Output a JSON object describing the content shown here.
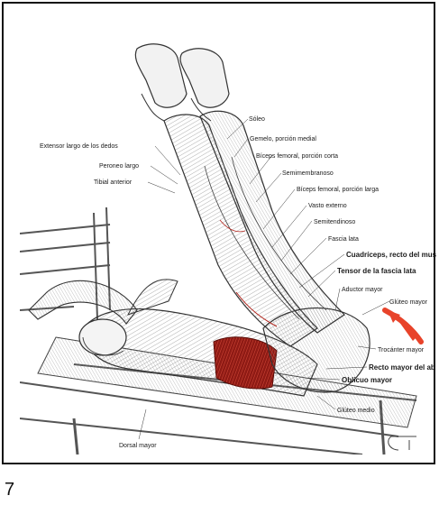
{
  "illustration": {
    "labels": [
      {
        "id": "soleo",
        "text": "Sóleo",
        "bold": false
      },
      {
        "id": "gemelo",
        "text": "Gemelo, porción medial",
        "bold": false
      },
      {
        "id": "extensor",
        "text": "Extensor largo de los dedos",
        "bold": false
      },
      {
        "id": "biceps-corta",
        "text": "Bíceps femoral, porción corta",
        "bold": false
      },
      {
        "id": "peroneo",
        "text": "Peroneo largo",
        "bold": false
      },
      {
        "id": "tibial",
        "text": "Tibial anterior",
        "bold": false
      },
      {
        "id": "semimembranoso",
        "text": "Semimembranoso",
        "bold": false
      },
      {
        "id": "biceps-larga",
        "text": "Bíceps femoral, porción larga",
        "bold": false
      },
      {
        "id": "vasto",
        "text": "Vasto externo",
        "bold": false
      },
      {
        "id": "semitendinoso",
        "text": "Semitendinoso",
        "bold": false
      },
      {
        "id": "fascia",
        "text": "Fascia lata",
        "bold": false
      },
      {
        "id": "cuadriceps",
        "text": "Cuadríceps, recto del mus",
        "bold": true
      },
      {
        "id": "tensor",
        "text": "Tensor de la fascia lata",
        "bold": true
      },
      {
        "id": "aductor",
        "text": "Aductor mayor",
        "bold": false
      },
      {
        "id": "gluteo-mayor",
        "text": "Glúteo mayor",
        "bold": false
      },
      {
        "id": "trocanter",
        "text": "Trocánter mayor",
        "bold": false
      },
      {
        "id": "recto-abd",
        "text": "Recto mayor del ab",
        "bold": true
      },
      {
        "id": "oblicuo",
        "text": "Oblicuo mayor",
        "bold": true
      },
      {
        "id": "gluteo-medio",
        "text": "Glúteo medio",
        "bold": false
      },
      {
        "id": "dorsal",
        "text": "Dorsal mayor",
        "bold": false
      }
    ],
    "colors": {
      "ink": "#1a1a1a",
      "muscle_highlight": "#b3241c",
      "arrow": "#e8432a",
      "bench": "#555555"
    }
  },
  "page_number": "7"
}
